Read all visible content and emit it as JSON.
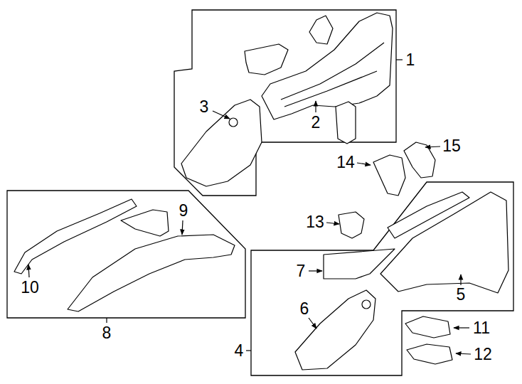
{
  "diagram": {
    "labels": [
      "1",
      "2",
      "3",
      "15",
      "14",
      "13",
      "9",
      "10",
      "8",
      "7",
      "5",
      "6",
      "4",
      "11",
      "12"
    ]
  }
}
